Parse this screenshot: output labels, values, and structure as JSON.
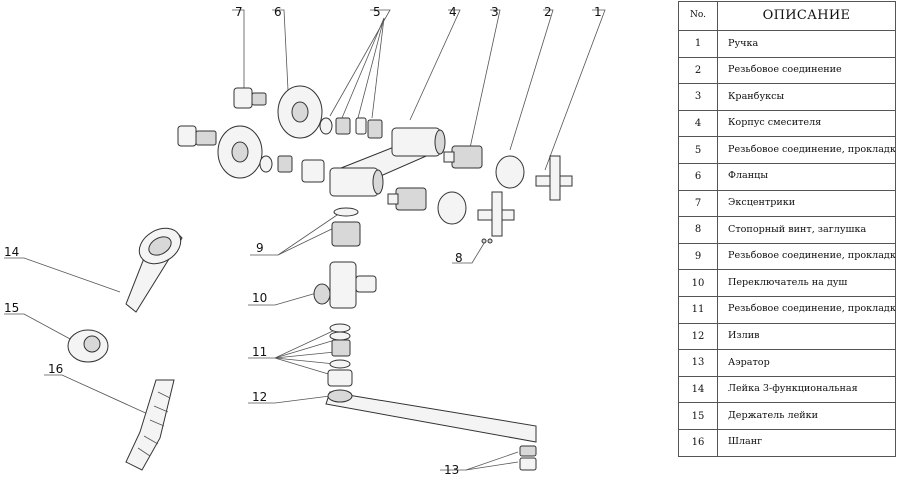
{
  "table": {
    "header_no": "No.",
    "header_desc": "ОПИСАНИЕ",
    "rows": [
      {
        "no": "1",
        "desc": "Ручка"
      },
      {
        "no": "2",
        "desc": "Резьбовое соединение"
      },
      {
        "no": "3",
        "desc": "Кранбуксы"
      },
      {
        "no": "4",
        "desc": "Корпус смесителя"
      },
      {
        "no": "5",
        "desc": "Резьбовое соединение, прокладки"
      },
      {
        "no": "6",
        "desc": "Фланцы"
      },
      {
        "no": "7",
        "desc": "Эксцентрики"
      },
      {
        "no": "8",
        "desc": "Стопорный винт, заглушка"
      },
      {
        "no": "9",
        "desc": "Резьбовое соединение, прокладки"
      },
      {
        "no": "10",
        "desc": "Переключатель на душ"
      },
      {
        "no": "11",
        "desc": "Резьбовое соединение, прокладки"
      },
      {
        "no": "12",
        "desc": "Излив"
      },
      {
        "no": "13",
        "desc": "Аэратор"
      },
      {
        "no": "14",
        "desc": "Лейка 3-функциональная"
      },
      {
        "no": "15",
        "desc": "Держатель лейки"
      },
      {
        "no": "16",
        "desc": "Шланг"
      }
    ]
  },
  "callouts": [
    "1",
    "2",
    "3",
    "4",
    "5",
    "6",
    "7",
    "8",
    "9",
    "10",
    "11",
    "12",
    "13",
    "14",
    "15",
    "16"
  ]
}
